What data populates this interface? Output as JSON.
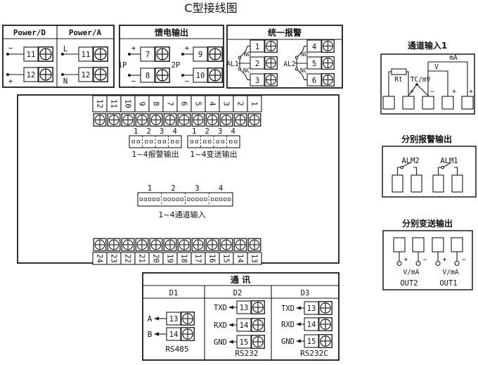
{
  "title": "C型接线图",
  "colors": {
    "line": "#1a1a1a",
    "background": "#ffffff"
  },
  "power": {
    "d": {
      "title": "Power/D",
      "rows": [
        {
          "sign": "−",
          "num": "11"
        },
        {
          "sign": "+",
          "num": "12"
        }
      ]
    },
    "a": {
      "title": "Power/A",
      "rows": [
        {
          "sign": "L",
          "num": "11"
        },
        {
          "sign": "N",
          "num": "12"
        }
      ]
    }
  },
  "feed": {
    "title": "馈电输出",
    "groups": [
      {
        "name": "1P",
        "rows": [
          {
            "sign": "+",
            "num": "7"
          },
          {
            "sign": "−",
            "num": "8"
          }
        ]
      },
      {
        "name": "2P",
        "rows": [
          {
            "sign": "+",
            "num": "9"
          },
          {
            "sign": "−",
            "num": "10"
          }
        ]
      }
    ]
  },
  "unified_alarm": {
    "title": "统一报警",
    "groups": [
      {
        "name": "AL1",
        "no": "NO",
        "nc": "NC",
        "terminals": [
          "1",
          "2",
          "3"
        ]
      },
      {
        "name": "AL2",
        "no": "NO",
        "nc": "NC",
        "terminals": [
          "4",
          "5",
          "6"
        ]
      }
    ]
  },
  "main_board": {
    "top_strip": [
      "12",
      "11",
      "10",
      "9",
      "8",
      "7",
      "6",
      "5",
      "4",
      "3",
      "2",
      "1"
    ],
    "bottom_strip": [
      "24",
      "23",
      "22",
      "21",
      "20",
      "19",
      "18",
      "17",
      "16",
      "15",
      "14",
      "13"
    ],
    "alarm_conn": {
      "numbers": [
        "1",
        "2",
        "3",
        "4"
      ],
      "label": "1~4报警输出"
    },
    "transmit_conn": {
      "numbers": [
        "1",
        "2",
        "3",
        "4"
      ],
      "label": "1~4变送输出"
    },
    "channel_conn": {
      "numbers": [
        "1",
        "2",
        "3",
        "4"
      ],
      "label": "1~4通道输入"
    }
  },
  "comm": {
    "title": "通  讯",
    "columns": [
      {
        "name": "D1",
        "protocol": "RS485",
        "rows": [
          {
            "label": "A",
            "num": "13"
          },
          {
            "label": "B",
            "num": "14"
          }
        ]
      },
      {
        "name": "D2",
        "protocol": "RS232",
        "rows": [
          {
            "label": "TXD",
            "num": "13"
          },
          {
            "label": "RXD",
            "num": "14"
          },
          {
            "label": "GND",
            "num": "15"
          }
        ]
      },
      {
        "name": "D3",
        "protocol": "RS232C",
        "rows": [
          {
            "label": "TXD",
            "num": "13"
          },
          {
            "label": "RXD",
            "num": "14"
          },
          {
            "label": "GND",
            "num": "15"
          }
        ]
      }
    ]
  },
  "channel_input": {
    "title": "通道输入1",
    "rt": "Rt",
    "tc": "TC/mV",
    "v": "V",
    "ma": "mA",
    "signs": {
      "t2": "+",
      "t3": "−",
      "t4": "+",
      "t5": "+"
    }
  },
  "separate_alarm": {
    "title": "分别报警输出",
    "relays": [
      "ALM2",
      "ALM1"
    ]
  },
  "separate_transmit": {
    "title": "分别变送输出",
    "outputs": [
      {
        "plus": "+",
        "minus": "−",
        "range": "V/mA",
        "name": "OUT2"
      },
      {
        "plus": "+",
        "minus": "−",
        "range": "V/mA",
        "name": "OUT1"
      }
    ]
  }
}
